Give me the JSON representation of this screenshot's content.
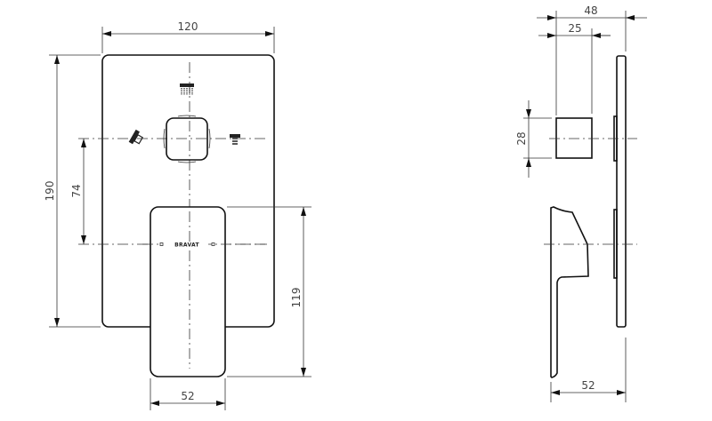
{
  "brand_mark": "BRAVAT",
  "icons": [
    "overhead-shower-icon",
    "hand-shower-icon",
    "spout-icon"
  ],
  "front_view": {
    "dims": {
      "width": "120",
      "height": "190",
      "knob_to_lever": "74",
      "lever_height": "119",
      "lever_width": "52"
    }
  },
  "side_view": {
    "dims": {
      "total_depth": "48",
      "knob_depth": "25",
      "knob_height": "28",
      "lever_depth": "52"
    }
  }
}
